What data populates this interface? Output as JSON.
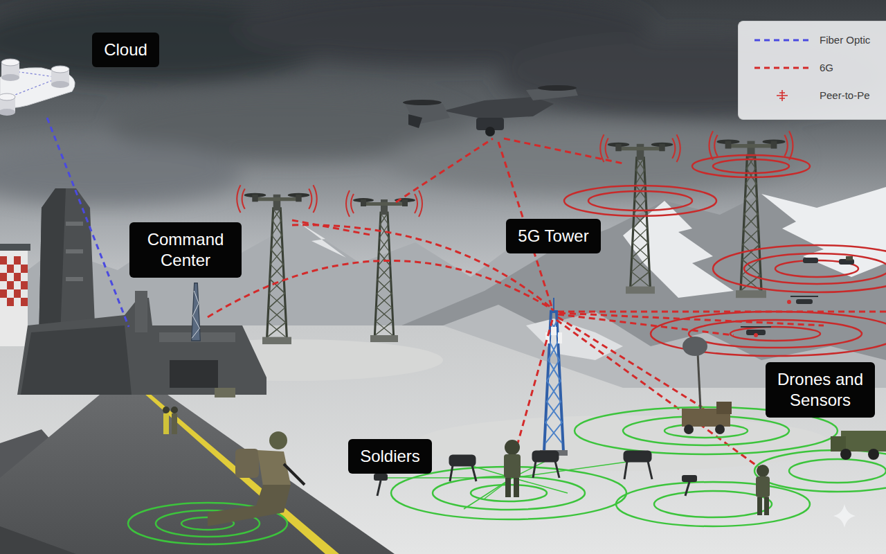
{
  "diagram": {
    "nodes": [
      {
        "text": [
          "Cloud"
        ]
      },
      {
        "text": [
          "Command Center"
        ]
      },
      {
        "text": [
          "5G Tower"
        ]
      },
      {
        "text": [
          "Soldiers"
        ]
      },
      {
        "text": [
          "Drones and Sensors"
        ]
      }
    ],
    "legend": [
      {
        "text": "Fiber Optic"
      },
      {
        "text": "6G"
      },
      {
        "text": "Peer-to-Pe"
      }
    ]
  }
}
